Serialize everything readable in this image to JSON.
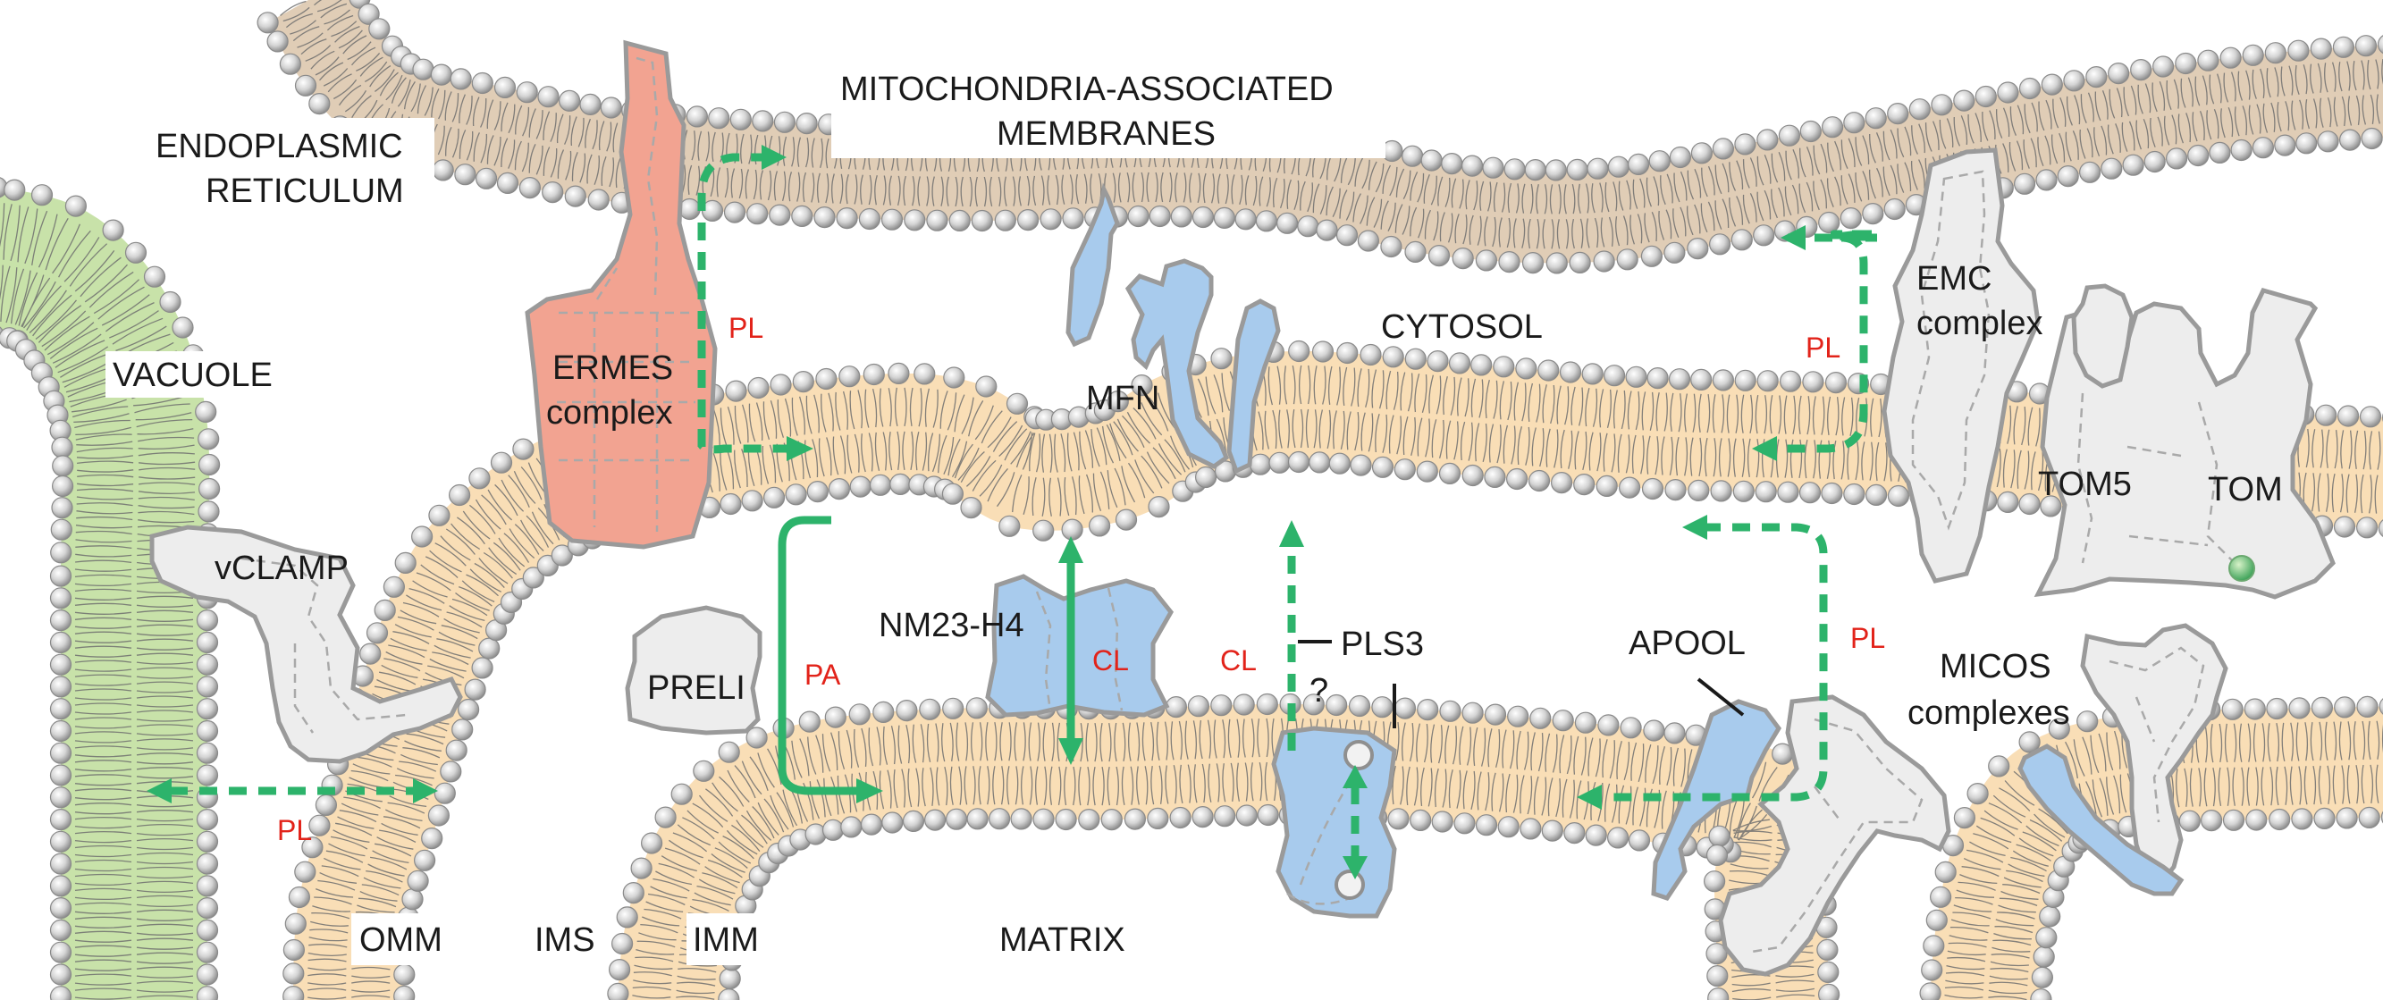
{
  "labels": {
    "er": [
      "ENDOPLASMIC",
      "RETICULUM"
    ],
    "mam": [
      "MITOCHONDRIA-ASSOCIATED",
      "MEMBRANES"
    ],
    "vacuole": "VACUOLE",
    "cytosol": "CYTOSOL",
    "ermes": [
      "ERMES",
      "complex"
    ],
    "mfn": "MFN",
    "emc": [
      "EMC",
      "complex"
    ],
    "tom5": "TOM5",
    "tom": "TOM",
    "vclamp": "vCLAMP",
    "preli": "PRELI",
    "nm23": "NM23-H4",
    "pls3": "PLS3",
    "question": "?",
    "apool": "APOOL",
    "micos": [
      "MICOS",
      "complexes"
    ],
    "omm": "OMM",
    "ims": "IMS",
    "imm": "IMM",
    "matrix": "MATRIX"
  },
  "transport_labels": {
    "pl_ermes": "PL",
    "pl_emc": "PL",
    "pl_right": "PL",
    "pl_vacuole": "PL",
    "pa": "PA",
    "cl_nm23": "CL",
    "cl_pls3": "CL"
  },
  "colors": {
    "er_membrane": "#e0cdb6",
    "mito_membrane": "#f9deb6",
    "vacuole_membrane": "#c8e2a9",
    "lipid_head": "#c8c8c8",
    "protein_grey": "#ededed",
    "protein_blue": "#a8cbed",
    "ermes": "#f2a391",
    "arrow": "#2db36b",
    "label_red": "#e2231a"
  }
}
